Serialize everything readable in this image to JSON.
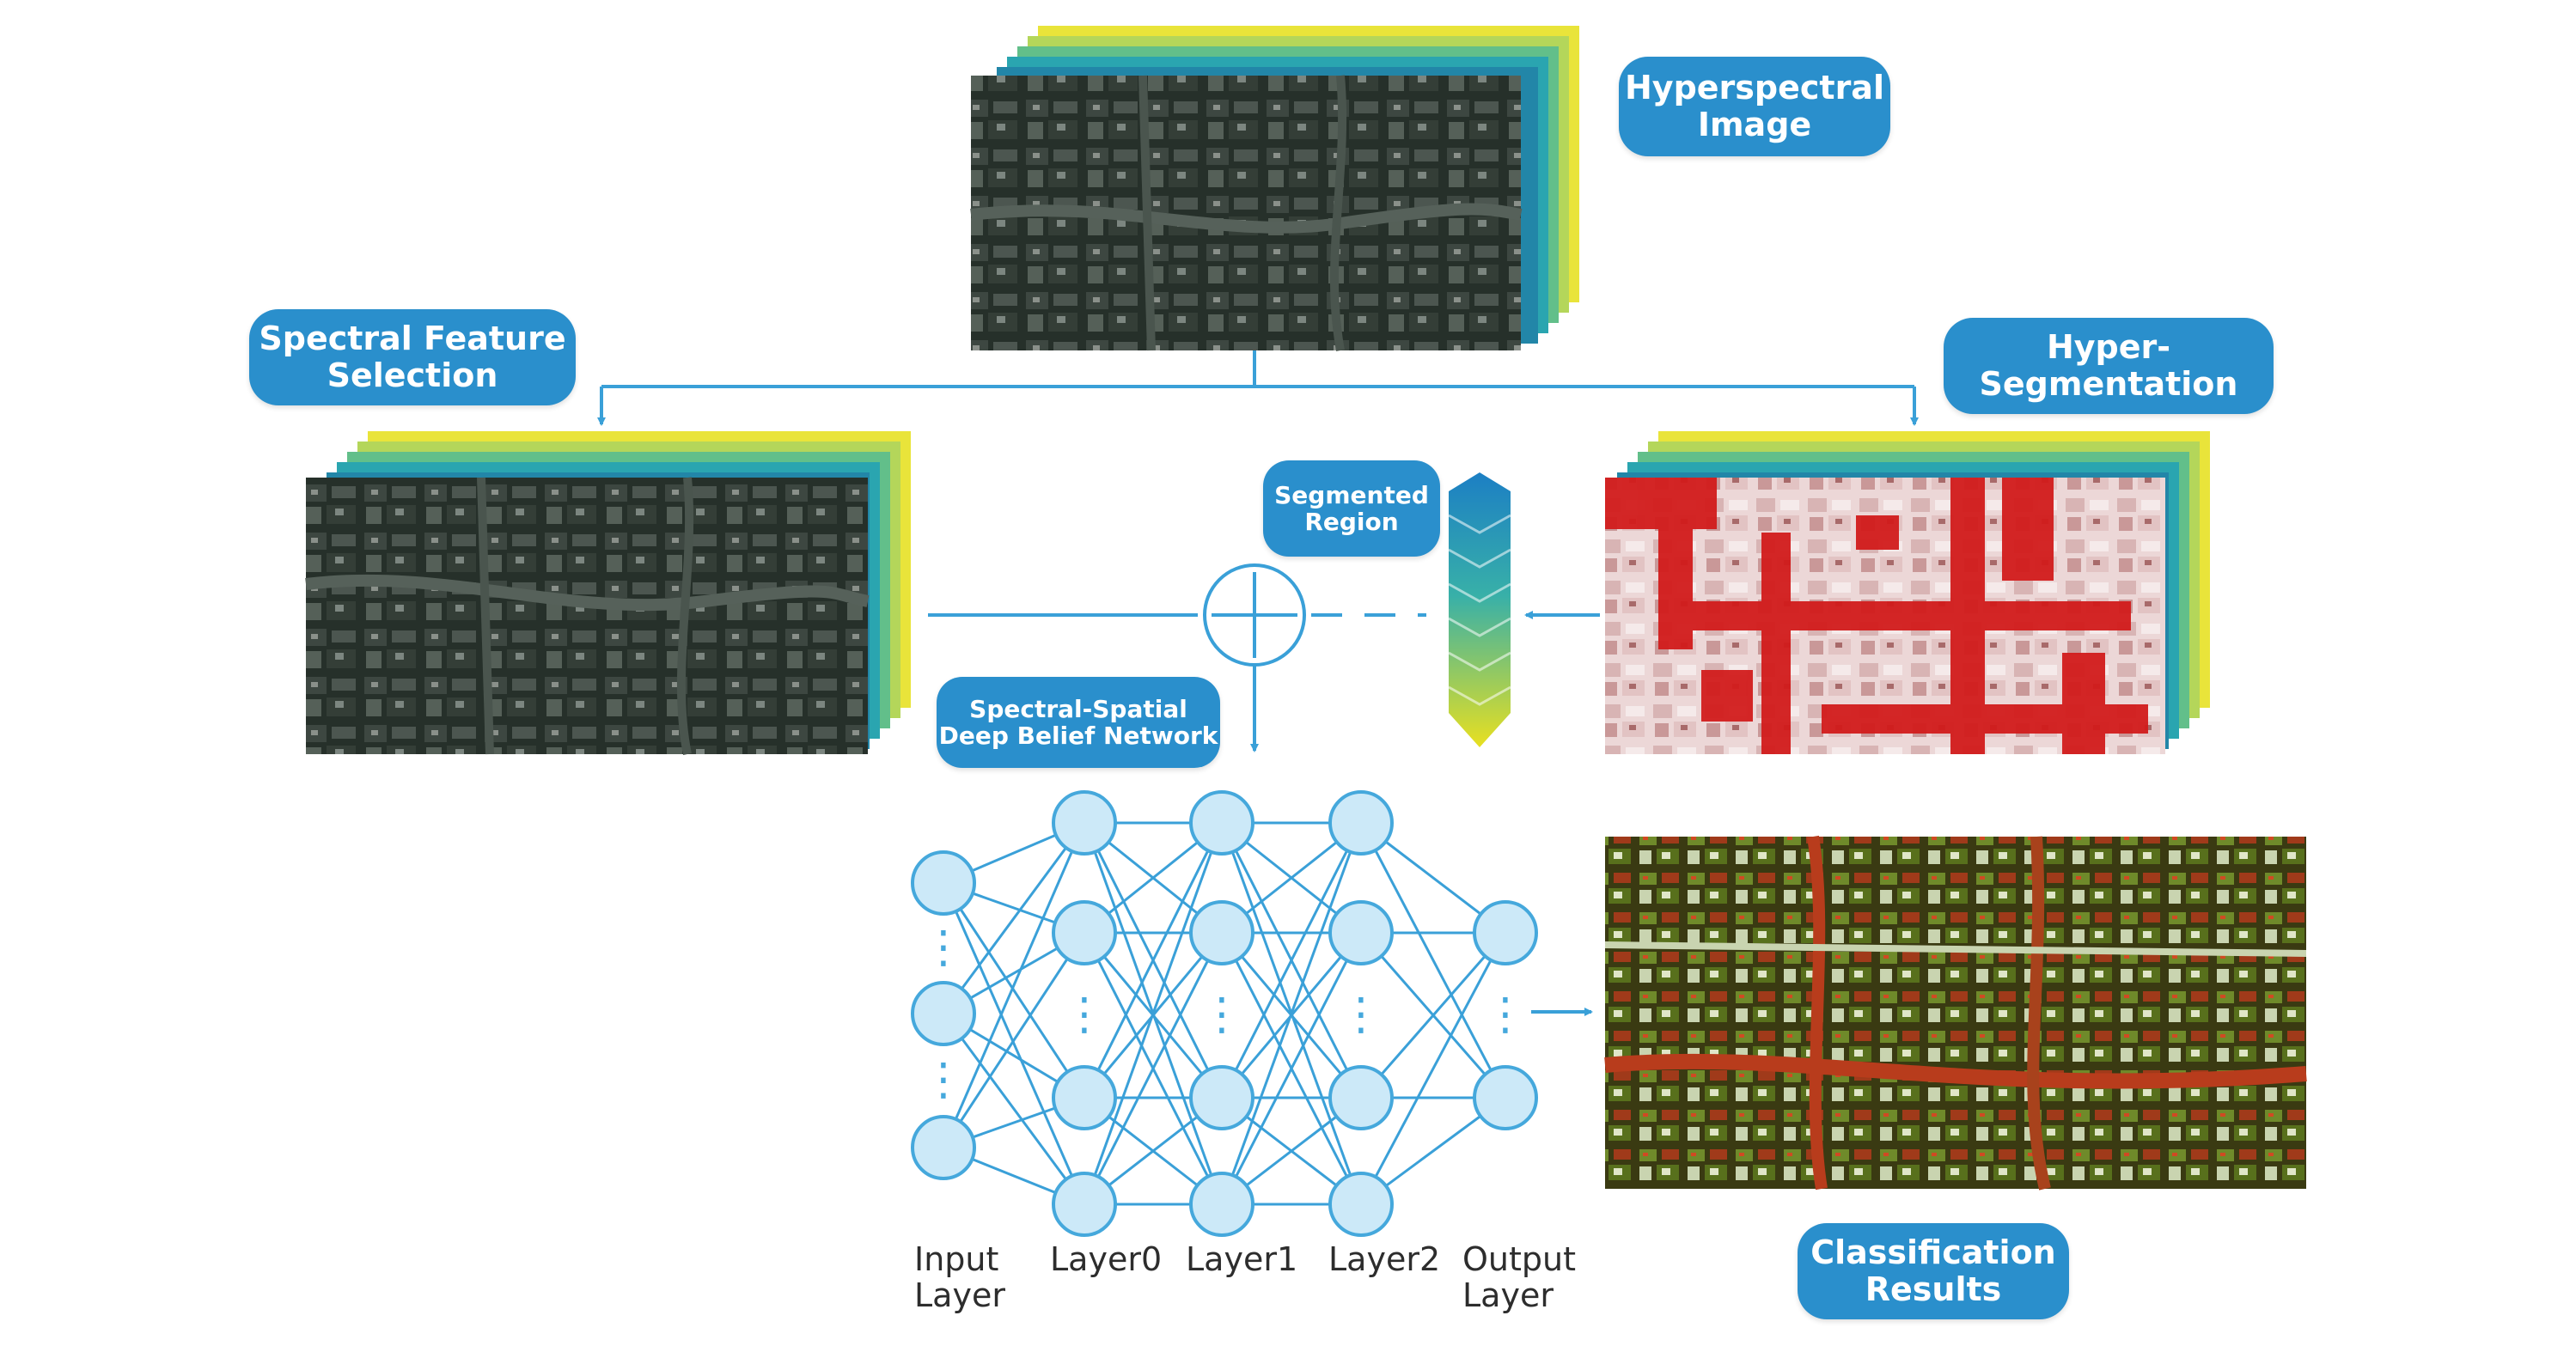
{
  "labels": {
    "hyperspectral_image": [
      "Hyperspectral",
      "Image"
    ],
    "spectral_feature_selection": [
      "Spectral Feature",
      "Selection"
    ],
    "hyper_segmentation": [
      "Hyper-",
      "Segmentation"
    ],
    "segmented_region": [
      "Segmented",
      "Region"
    ],
    "deep_belief_network": [
      "Spectral-Spatial",
      "Deep Belief Network"
    ],
    "classification_results": [
      "Classification",
      "Results"
    ]
  },
  "network": {
    "layers": [
      {
        "label": [
          "Input",
          "Layer"
        ],
        "visible_nodes": 3,
        "ellipsis": "⋮"
      },
      {
        "label": [
          "Layer0"
        ],
        "visible_nodes": 4,
        "ellipsis": "⋮"
      },
      {
        "label": [
          "Layer1"
        ],
        "visible_nodes": 4,
        "ellipsis": "⋮"
      },
      {
        "label": [
          "Layer2"
        ],
        "visible_nodes": 4,
        "ellipsis": "⋮"
      },
      {
        "label": [
          "Output",
          "Layer"
        ],
        "visible_nodes": 2,
        "ellipsis": "⋮"
      }
    ]
  },
  "icons": [
    "plus-circle-icon",
    "arrow-icon"
  ],
  "colors": {
    "accent": "#2a8fcc",
    "line": "#3aa0d8",
    "node_fill": "#cce9f8",
    "node_stroke": "#45a8dc",
    "segment_red": "#d21c1c",
    "stack_yellow": "#e6e23a",
    "stack_teal": "#2fa8b8"
  }
}
